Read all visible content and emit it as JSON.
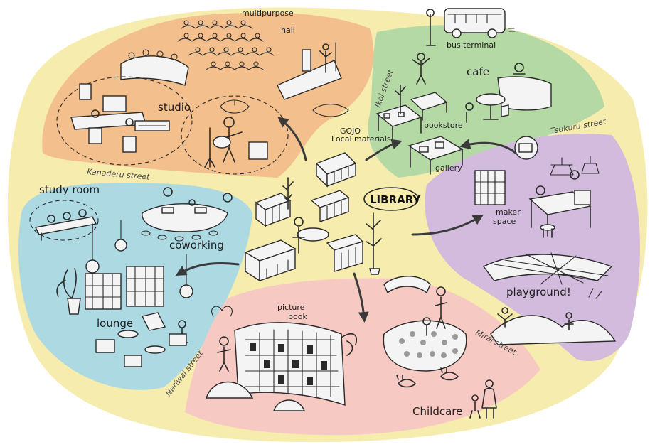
{
  "colors": {
    "background": "#ffffff",
    "outer_ring": "#f6ecad",
    "orange_zone": "#f3bf8c",
    "green_zone": "#b5d9a4",
    "purple_zone": "#d2bbdc",
    "blue_zone": "#add9e3",
    "pink_zone": "#f6c9c2",
    "ink": "#2a2a2a"
  },
  "center": {
    "label": "LIBRARY",
    "local_materials": "GOJO\nLocal materials"
  },
  "zones": {
    "multipurpose_hall": "multipurpose\nhall",
    "studio": "studio",
    "bus_terminal": "bus terminal",
    "cafe": "cafe",
    "bookstore": "bookstore",
    "gallery": "gallery",
    "maker_space": "maker\nspace",
    "playground": "playground!",
    "childcare": "Childcare",
    "picture_book": "picture\nbook",
    "lounge": "lounge",
    "coworking": "coworking",
    "study_room": "study room"
  },
  "streets": {
    "ikoi": "Ikoi street",
    "tsukuru": "Tsukuru street",
    "kanaderu": "Kanaderu street",
    "mirai": "Mirai street",
    "nariwai": "Nariwai street"
  }
}
